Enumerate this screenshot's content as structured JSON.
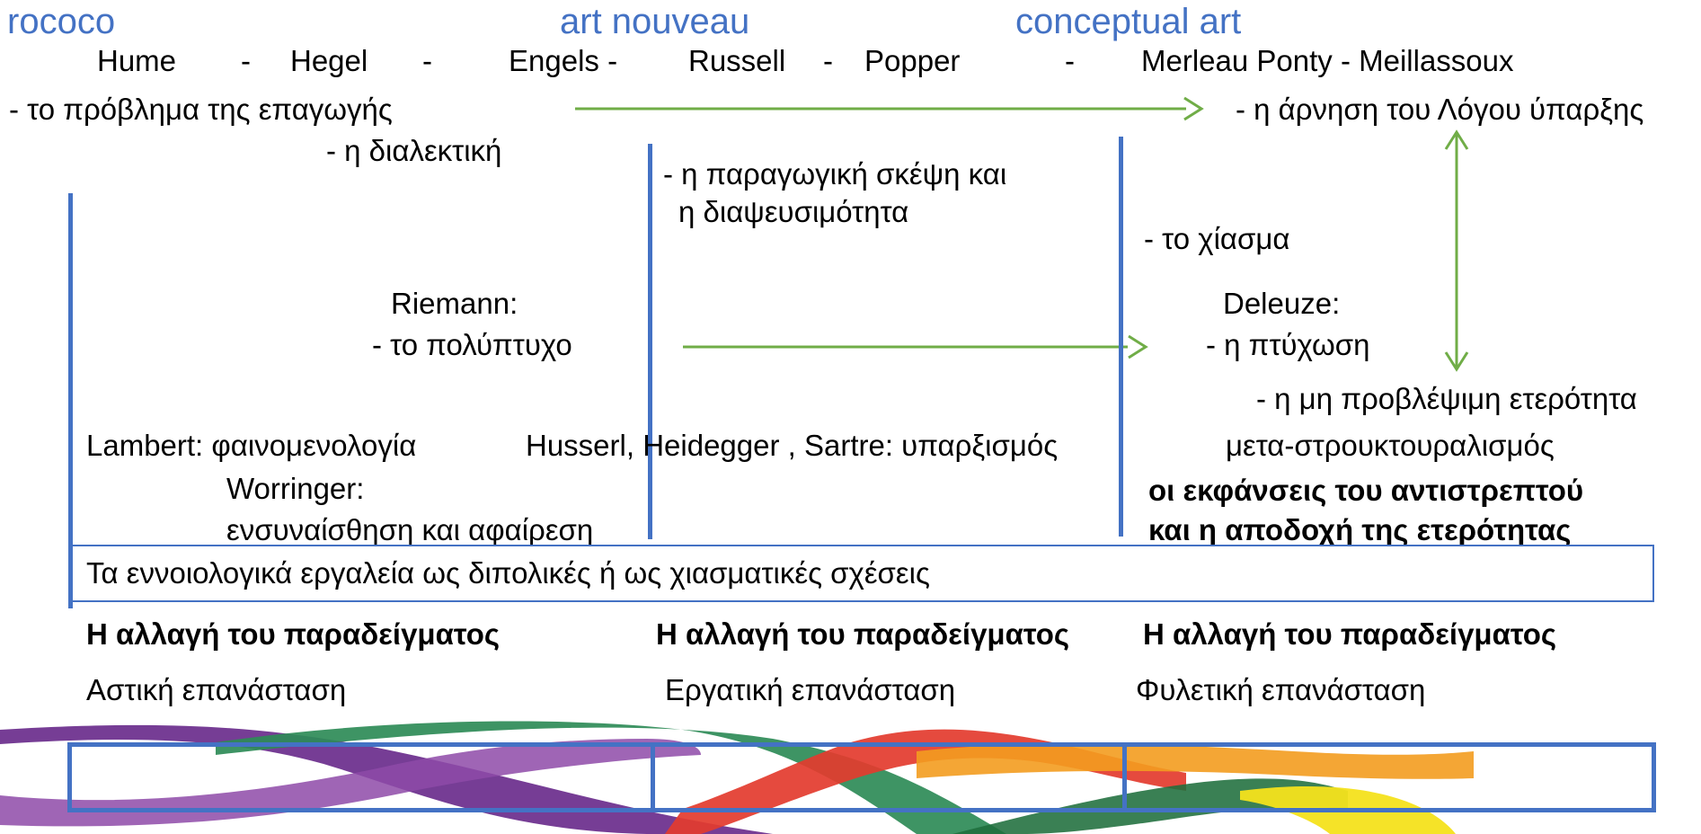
{
  "colors": {
    "accent_blue": "#4472c4",
    "arrow_green": "#70ad47"
  },
  "periods": [
    "rococo",
    "art nouveau",
    "conceptual art"
  ],
  "philosophers": [
    "Hume",
    "-",
    "Hegel",
    "-",
    "Engels -",
    "Russell",
    "-",
    "Popper",
    "-",
    "Merleau Ponty  -  Meillassoux"
  ],
  "concepts": {
    "induction": "- το πρόβλημα της επαγωγής",
    "dialectic": "- η διαλεκτική",
    "deductive_1": "- η παραγωγική σκέψη και",
    "deductive_2": "η διαψευσιμότητα",
    "chiasm": "- το χίασμα",
    "reason_denial": "- η άρνηση του Λόγου ύπαρξης",
    "riemann_name": "Riemann:",
    "manifold": "- το πολύπτυχο",
    "deleuze_name": "Deleuze:",
    "fold": "- η πτύχωση",
    "otherness": "- η μη προβλέψιμη ετερότητα",
    "lambert": "Lambert: φαινομενολογία",
    "existentialism": "Husserl, Heidegger , Sartre: υπαρξισμός",
    "post_structuralism": "μετα-στρουκτουραλισμός",
    "worringer_name": "Worringer:",
    "worringer_concept": "ενσυναίσθηση και αφαίρεση",
    "reversibility_1": "οι εκφάνσεις του αντιστρεπτού",
    "reversibility_2": "και η αποδοχή της ετερότητας"
  },
  "tools_caption": "Τα εννοιολογικά εργαλεία ως διπολικές ή ως χιασματικές σχέσεις",
  "paradigm_shifts": [
    "Η αλλαγή του παραδείγματος",
    "Η αλλαγή του παραδείγματος",
    "Η αλλαγή του παραδείγματος"
  ],
  "revolutions": [
    "Αστική επανάσταση",
    "Εργατική  επανάσταση",
    "Φυλετική επανάσταση"
  ]
}
